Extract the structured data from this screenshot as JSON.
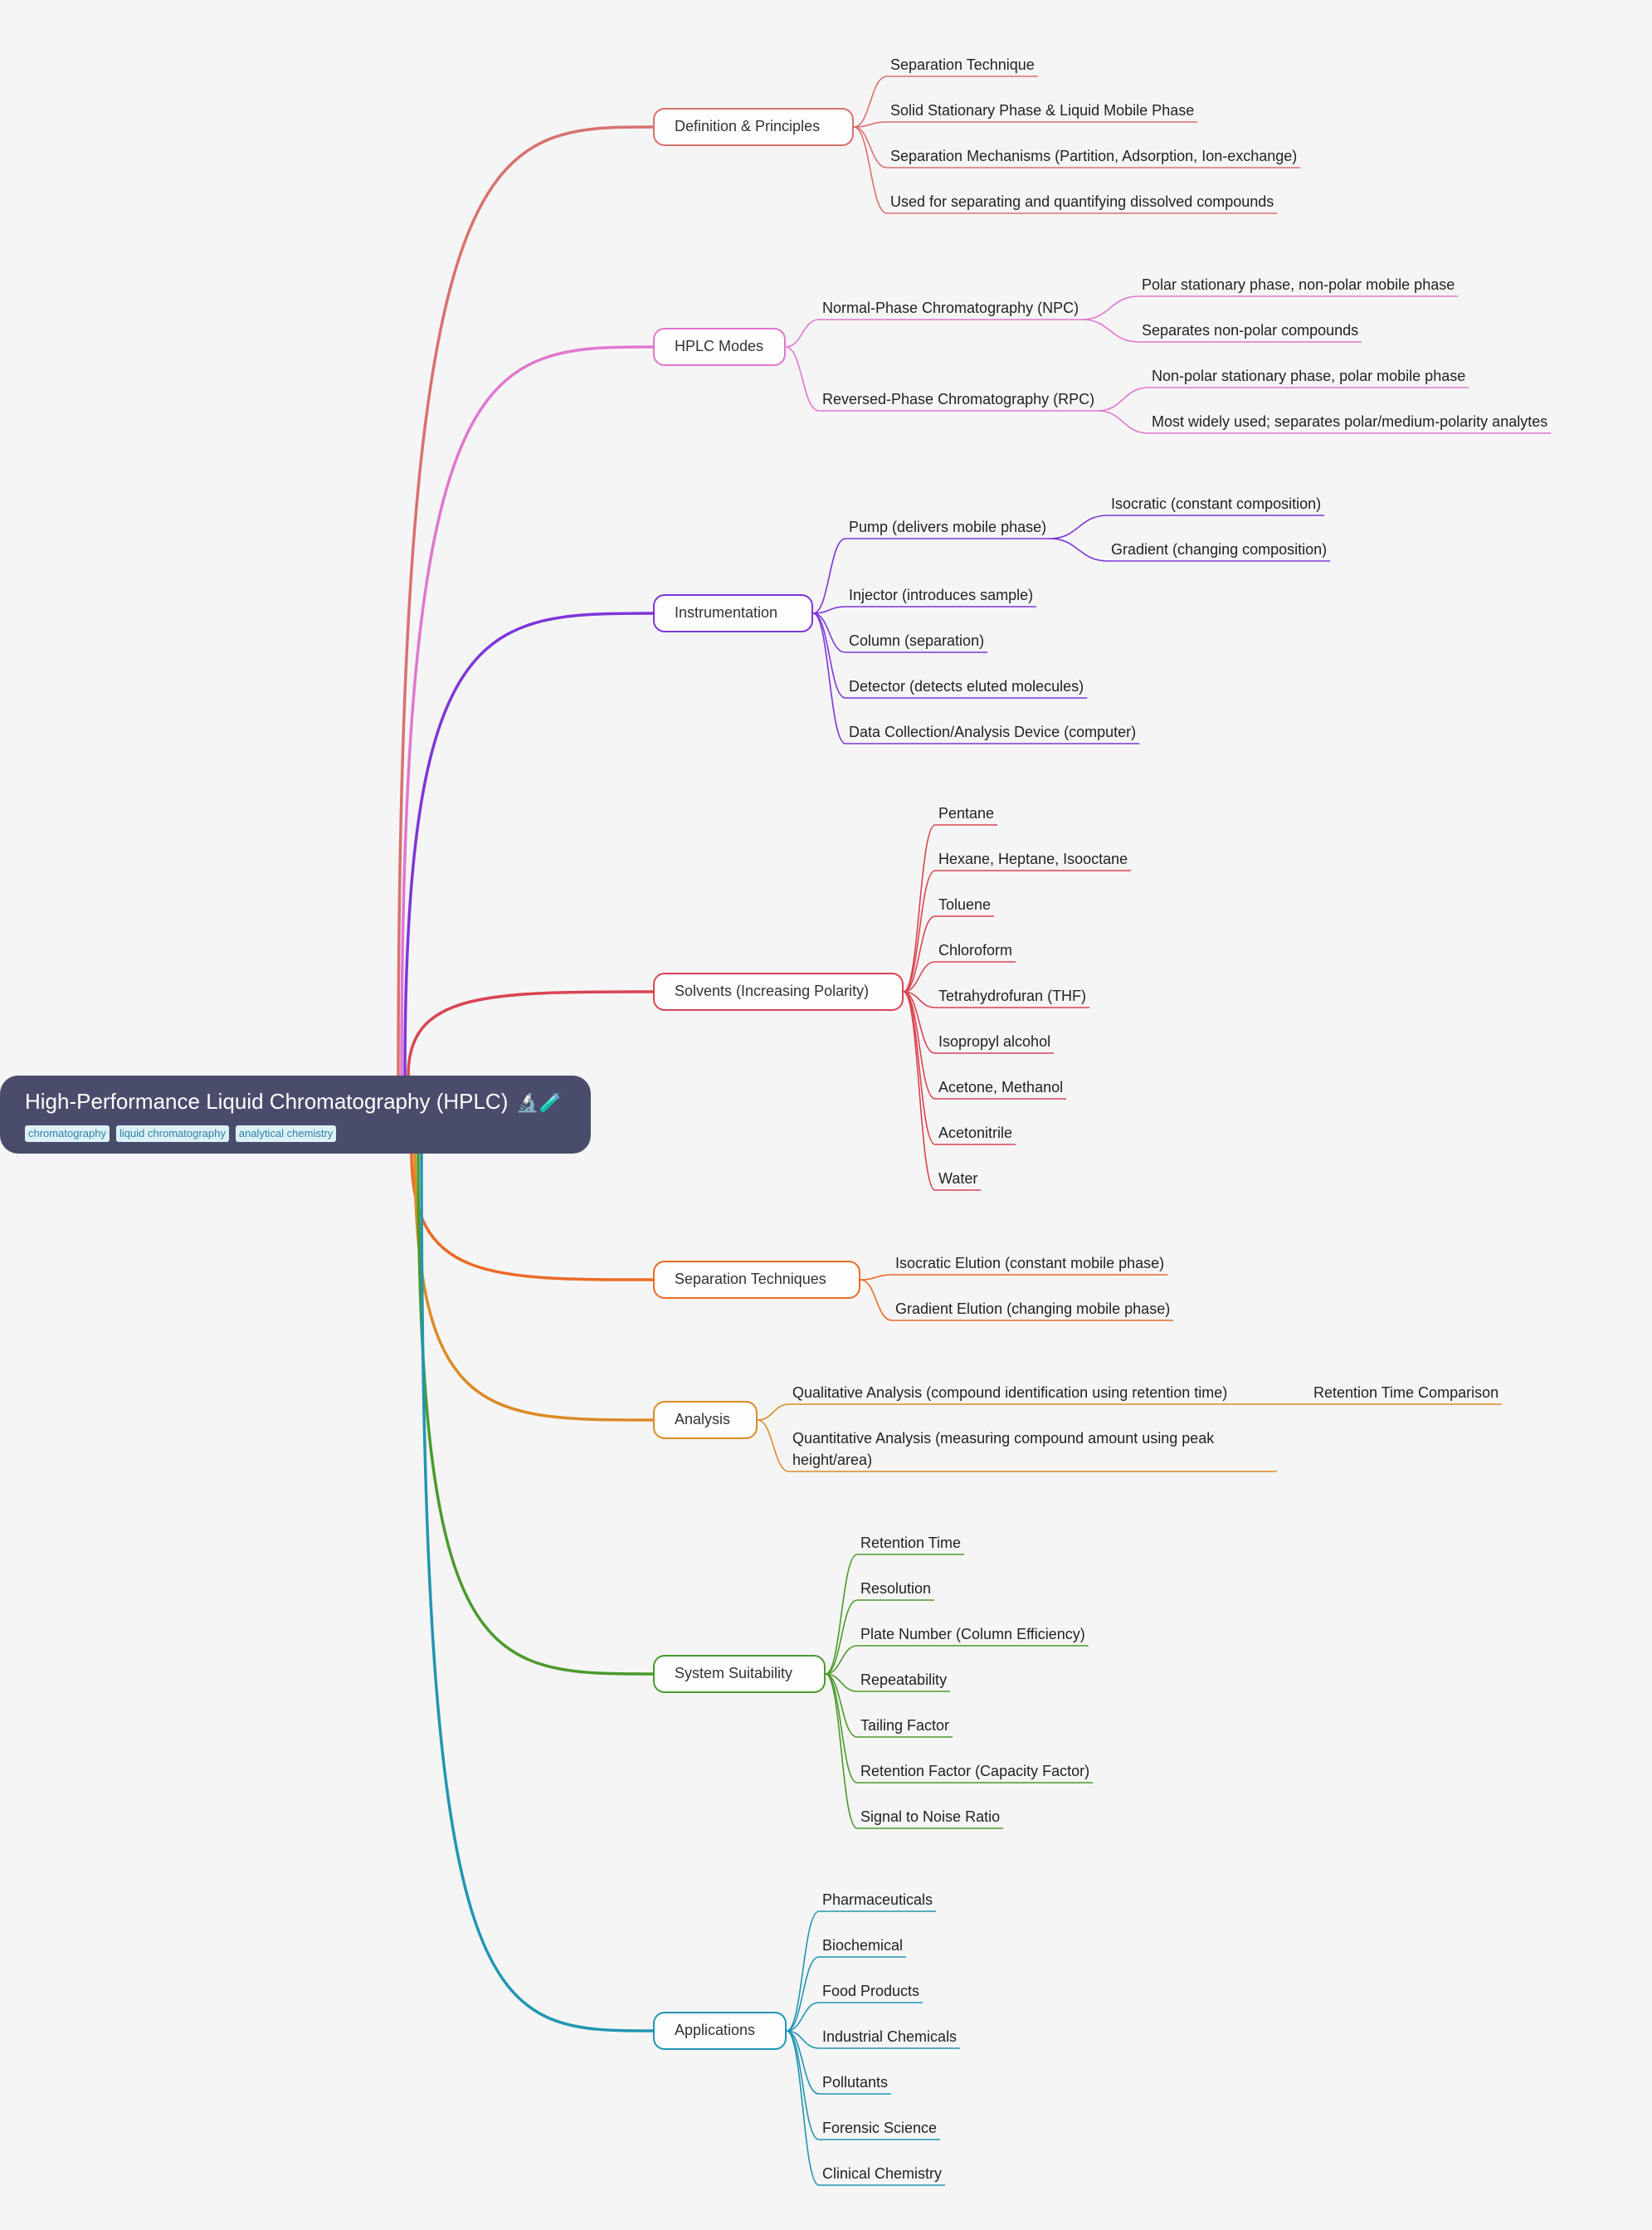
{
  "root": {
    "title": "High-Performance Liquid Chromatography (HPLC)",
    "icons": "🔬🧪",
    "tags": [
      "chromatography",
      "liquid chromatography",
      "analytical chemistry"
    ]
  },
  "branches": [
    {
      "id": "def",
      "label": "Definition & Principles",
      "color": "#d8716e",
      "children": [
        {
          "label": "Separation Technique"
        },
        {
          "label": "Solid Stationary Phase & Liquid Mobile Phase"
        },
        {
          "label": "Separation Mechanisms (Partition, Adsorption, Ion-exchange)"
        },
        {
          "label": "Used for separating and quantifying dissolved compounds"
        }
      ]
    },
    {
      "id": "modes",
      "label": "HPLC Modes",
      "color": "#e077cf",
      "children": [
        {
          "label": "Normal-Phase Chromatography (NPC)",
          "children": [
            {
              "label": "Polar stationary phase, non-polar mobile phase"
            },
            {
              "label": "Separates non-polar compounds"
            }
          ]
        },
        {
          "label": "Reversed-Phase Chromatography (RPC)",
          "children": [
            {
              "label": "Non-polar stationary phase, polar mobile phase"
            },
            {
              "label": "Most widely used; separates polar/medium-polarity analytes"
            }
          ]
        }
      ]
    },
    {
      "id": "instr",
      "label": "Instrumentation",
      "color": "#7e36d8",
      "children": [
        {
          "label": "Pump (delivers mobile phase)",
          "children": [
            {
              "label": "Isocratic (constant composition)"
            },
            {
              "label": "Gradient (changing composition)"
            }
          ]
        },
        {
          "label": "Injector (introduces sample)"
        },
        {
          "label": "Column (separation)"
        },
        {
          "label": "Detector (detects eluted molecules)"
        },
        {
          "label": "Data Collection/Analysis Device (computer)"
        }
      ]
    },
    {
      "id": "solv",
      "label": "Solvents (Increasing Polarity)",
      "color": "#da4452",
      "children": [
        {
          "label": "Pentane"
        },
        {
          "label": "Hexane, Heptane, Isooctane"
        },
        {
          "label": "Toluene"
        },
        {
          "label": "Chloroform"
        },
        {
          "label": "Tetrahydrofuran (THF)"
        },
        {
          "label": "Isopropyl alcohol"
        },
        {
          "label": "Acetone, Methanol"
        },
        {
          "label": "Acetonitrile"
        },
        {
          "label": "Water"
        }
      ]
    },
    {
      "id": "sep",
      "label": "Separation Techniques",
      "color": "#ec6a24",
      "children": [
        {
          "label": "Isocratic Elution (constant mobile phase)"
        },
        {
          "label": "Gradient Elution (changing mobile phase)"
        }
      ]
    },
    {
      "id": "anal",
      "label": "Analysis",
      "color": "#dc8b26",
      "children": [
        {
          "label": "Qualitative Analysis (compound identification using retention time)",
          "children": [
            {
              "label": "Retention Time Comparison"
            }
          ]
        },
        {
          "label": "Quantitative Analysis (measuring compound amount using peak height/area)"
        }
      ]
    },
    {
      "id": "suit",
      "label": "System Suitability",
      "color": "#4b9a2c",
      "children": [
        {
          "label": "Retention Time"
        },
        {
          "label": "Resolution"
        },
        {
          "label": "Plate Number (Column Efficiency)"
        },
        {
          "label": "Repeatability"
        },
        {
          "label": "Tailing Factor"
        },
        {
          "label": "Retention Factor (Capacity Factor)"
        },
        {
          "label": "Signal to Noise Ratio"
        }
      ]
    },
    {
      "id": "apps",
      "label": "Applications",
      "color": "#2295b3",
      "children": [
        {
          "label": "Pharmaceuticals"
        },
        {
          "label": "Biochemical"
        },
        {
          "label": "Food Products"
        },
        {
          "label": "Industrial Chemicals"
        },
        {
          "label": "Pollutants"
        },
        {
          "label": "Forensic Science"
        },
        {
          "label": "Clinical Chemistry"
        }
      ]
    }
  ]
}
